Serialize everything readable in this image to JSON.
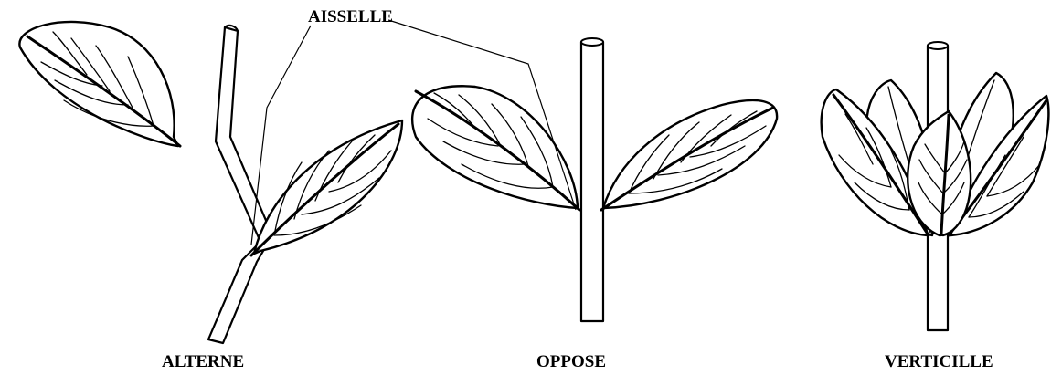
{
  "labels": {
    "axil": "AISSELLE",
    "alternate": "ALTERNE",
    "opposite": "OPPOSE",
    "whorled": "VERTICILLE"
  }
}
